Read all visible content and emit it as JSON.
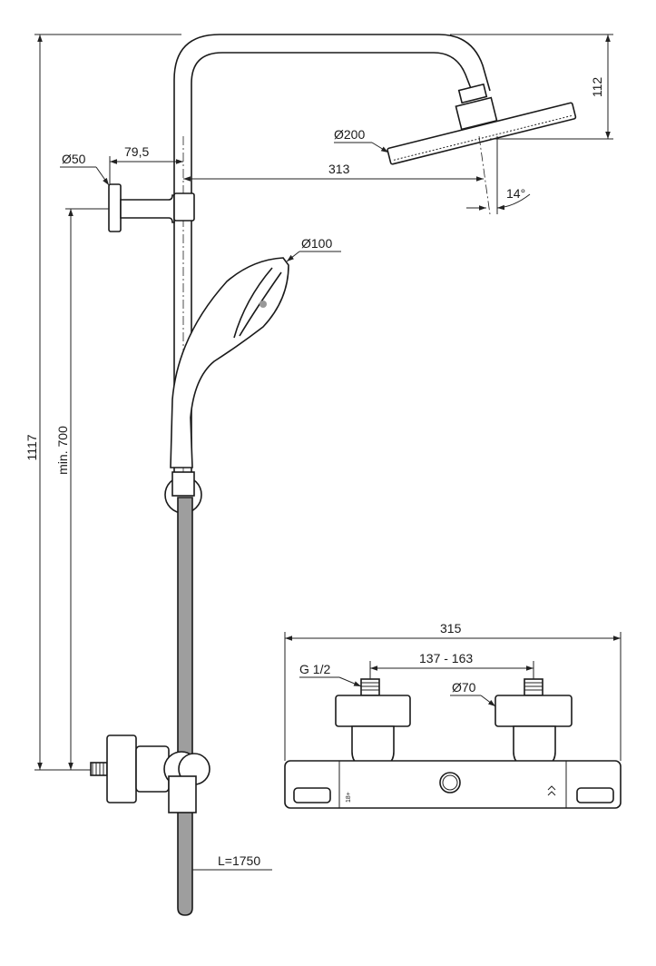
{
  "dimensions": {
    "total_height": "1117",
    "head_drop": "112",
    "head_diameter": "Ø200",
    "wall_flange_diameter": "Ø50",
    "bracket_offset": "79,5",
    "arm_reach": "313",
    "head_tilt": "14°",
    "hand_shower_diameter": "Ø100",
    "min_height": "min. 700",
    "hose_length": "L=1750",
    "thermostat_width": "315",
    "connection_thread": "G 1/2",
    "inlet_spacing": "137 - 163",
    "escutcheon_diameter": "Ø70"
  }
}
